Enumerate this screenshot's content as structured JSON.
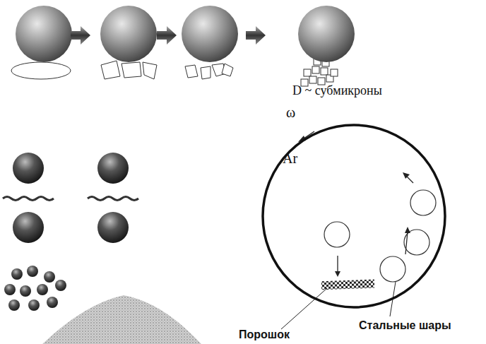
{
  "diagram": {
    "nodes": [
      {
        "text": [
          "Ar"
        ]
      }
    ],
    "labels": [
      "D ~ субмикроны",
      "ω",
      "Стальные шары",
      "Порошок"
    ]
  }
}
